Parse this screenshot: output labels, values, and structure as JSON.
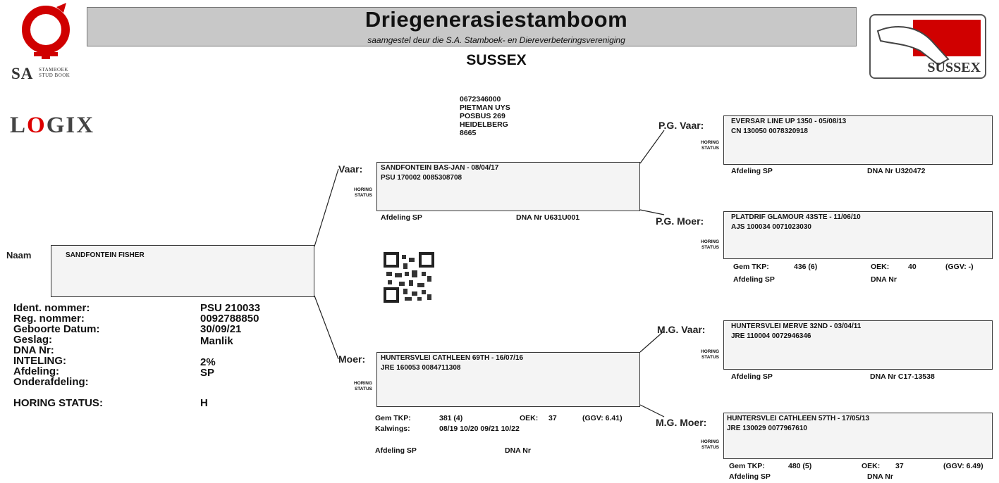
{
  "header": {
    "title": "Driegenerasiestamboom",
    "subtitle": "saamgestel deur die S.A. Stamboek- en Diereverbeteringsvereniging",
    "breed": "SUSSEX"
  },
  "logos": {
    "sa_main": "SA",
    "sa_small_1": "STAMBOEK",
    "sa_small_2": "STUD BOOK",
    "logix_l": "L",
    "logix_o": "O",
    "logix_rest": "GIX",
    "sussex_logo_text": "SUSSEX"
  },
  "owner": {
    "lines": [
      "0672346000",
      "PIETMAN UYS",
      "POSBUS 269",
      "HEIDELBERG",
      "8665"
    ]
  },
  "animal": {
    "naam_label": "Naam",
    "name": "SANDFONTEIN FISHER",
    "fields": [
      {
        "label": "Ident. nommer:",
        "value": "PSU 210033"
      },
      {
        "label": "Reg. nommer:",
        "value": "0092788850"
      },
      {
        "label": "Geboorte Datum:",
        "value": "30/09/21"
      },
      {
        "label": "Geslag:",
        "value": "Manlik"
      },
      {
        "label": "DNA Nr:",
        "value": ""
      },
      {
        "label": "INTELING:",
        "value": "2%"
      },
      {
        "label": "Afdeling:",
        "value": "SP"
      },
      {
        "label": "Onderafdeling:",
        "value": ""
      }
    ],
    "horing_label": "HORING STATUS:",
    "horing_value": "H"
  },
  "horing_small": [
    "HORING",
    "STATUS"
  ],
  "sire": {
    "label": "Vaar:",
    "line1": "SANDFONTEIN BAS-JAN - 08/04/17",
    "line2": "PSU 170002     0085308708",
    "afdeling": "Afdeling SP",
    "dna": "DNA Nr U631U001"
  },
  "dam": {
    "label": "Moer:",
    "line1": "HUNTERSVLEI CATHLEEN 69TH - 16/07/16",
    "line2": "JRE 160053     0084711308",
    "gem_label": "Gem TKP:",
    "gem_value": "381 (4)",
    "oek_label": "OEK:",
    "oek_value": "37",
    "ggv": "(GGV: 6.41)",
    "kalwings_label": "Kalwings:",
    "kalwings_value": "08/19 10/20 09/21 10/22",
    "afdeling": "Afdeling SP",
    "dna": "DNA Nr"
  },
  "pg_sire": {
    "label": "P.G. Vaar:",
    "line1": "EVERSAR LINE UP 1350 - 05/08/13",
    "line2": "CN  130050     0078320918",
    "afdeling": "Afdeling SP",
    "dna": "DNA Nr U320472"
  },
  "pg_dam": {
    "label": "P.G. Moer:",
    "line1": "PLATDRIF GLAMOUR 43STE - 11/06/10",
    "line2": "AJS 100034     0071023030",
    "gem_label": "Gem TKP:",
    "gem_value": "436 (6)",
    "oek_label": "OEK:",
    "oek_value": "40",
    "ggv": "(GGV: -)",
    "afdeling": "Afdeling SP",
    "dna": "DNA Nr"
  },
  "mg_sire": {
    "label": "M.G. Vaar:",
    "line1": "HUNTERSVLEI MERVE 32ND - 03/04/11",
    "line2": "JRE 110004     0072946346",
    "afdeling": "Afdeling SP",
    "dna": "DNA Nr C17-13538"
  },
  "mg_dam": {
    "label": "M.G. Moer:",
    "line1": "HUNTERSVLEI CATHLEEN 57TH - 17/05/13",
    "line2": "JRE 130029     0077967610",
    "gem_label": "Gem TKP:",
    "gem_value": "480 (5)",
    "oek_label": "OEK:",
    "oek_value": "37",
    "ggv": "(GGV: 6.49)",
    "afdeling": "Afdeling SP",
    "dna": "DNA Nr"
  },
  "colors": {
    "title_bar": "#c8c8c8",
    "logo_red": "#d00000",
    "box_bg": "#f4f4f4"
  }
}
